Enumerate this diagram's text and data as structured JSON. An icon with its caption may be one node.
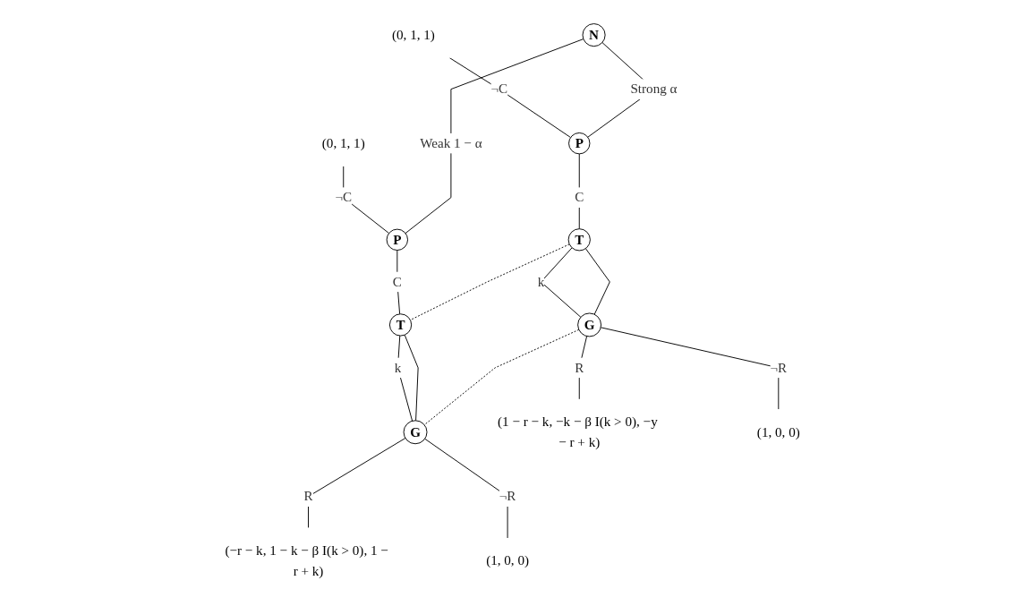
{
  "diagram": {
    "nodes": [
      {
        "text": [
          "(0, 1, 1)"
        ]
      },
      {
        "text": [
          "(0, 1, 1)"
        ]
      },
      {
        "text": [
          "P"
        ]
      },
      {
        "text": [
          "N"
        ]
      },
      {
        "text": [
          "P"
        ]
      },
      {
        "text": [
          "T"
        ]
      },
      {
        "text": [
          "T"
        ]
      },
      {
        "text": [
          "G"
        ]
      },
      {
        "text": [
          "G"
        ]
      },
      {
        "text": [
          "(1 − r − k, −k − β I(k > 0), −y − r + k)"
        ]
      },
      {
        "text": [
          "(1, 0, 0)"
        ]
      },
      {
        "text": [
          "(−r − k, 1 − k − β I(k > 0), 1 − r + k)"
        ]
      },
      {
        "text": [
          "(1, 0, 0)"
        ]
      }
    ],
    "edges": [
      {
        "from": 0,
        "to": 2,
        "arrow": "none",
        "label": "¬C"
      },
      {
        "from": 1,
        "to": 4,
        "arrow": "none",
        "label": "¬C"
      },
      {
        "from": 3,
        "to": 2,
        "arrow": "none",
        "label": "Strong α"
      },
      {
        "from": 3,
        "to": 4,
        "arrow": "none",
        "label": "Weak 1 − α"
      },
      {
        "from": 2,
        "to": 5,
        "arrow": "none",
        "label": "C"
      },
      {
        "from": 4,
        "to": 6,
        "arrow": "none",
        "label": "C"
      },
      {
        "from": 5,
        "to": 7,
        "arrow": "none",
        "label": "k"
      },
      {
        "from": 5,
        "to": 7,
        "arrow": "none"
      },
      {
        "from": 6,
        "to": 8,
        "arrow": "none",
        "label": "k"
      },
      {
        "from": 6,
        "to": 8,
        "arrow": "none"
      },
      {
        "from": 5,
        "to": 6,
        "arrow": "none",
        "style": "dashed"
      },
      {
        "from": 7,
        "to": 8,
        "arrow": "none",
        "style": "dashed"
      },
      {
        "from": 7,
        "to": 9,
        "arrow": "none",
        "label": "R"
      },
      {
        "from": 7,
        "to": 10,
        "arrow": "none",
        "label": "¬R"
      },
      {
        "from": 8,
        "to": 11,
        "arrow": "none",
        "label": "R"
      },
      {
        "from": 8,
        "to": 12,
        "arrow": "none",
        "label": "¬R"
      }
    ]
  }
}
